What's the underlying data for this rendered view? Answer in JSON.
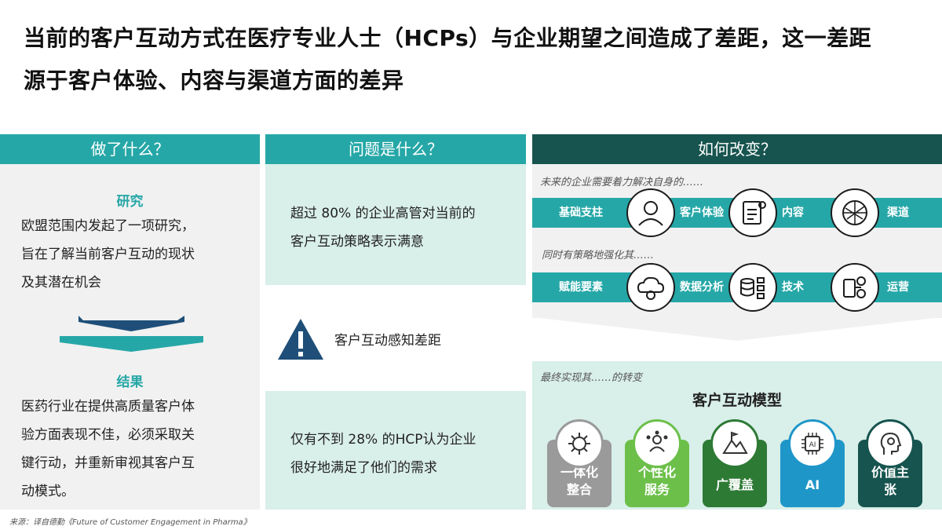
{
  "title_line1": "当前的客户互动方式在医疗专业人士（HCPs）与企业期望之间造成了差距，这一差距",
  "title_line2": "源于客户体验、内容与渠道方面的差异",
  "col1": {
    "header": "做了什么？",
    "research_label": "研究",
    "research_text": [
      "欧盟范围内发起了一项研究，",
      "旨在了解当前客户互动的现状",
      "及其潜在机会"
    ],
    "result_label": "结果",
    "result_text": [
      "医药行业在提供高质量客户体",
      "验方面表现不佳，必须采取关",
      "键行动，并重新审视其客户互",
      "动模式。"
    ]
  },
  "col2": {
    "header": "问题是什么？",
    "stat1": [
      "超过 80% 的企业高管对当前的",
      "客户互动策略表示满意"
    ],
    "gap_label": "客户互动感知差距",
    "stat2": [
      "仅有不到 28% 的HCP认为企业",
      "很好地满足了他们的需求"
    ]
  },
  "col3": {
    "header": "如何改变？",
    "note1": "未来的企业需要着力解决自身的……",
    "row1": [
      "基础支柱",
      "客户体验",
      "内容",
      "渠道"
    ],
    "note2": "同时有策略地强化其……",
    "row2": [
      "赋能要素",
      "数据分析",
      "技术",
      "运营"
    ],
    "note3": "最终实现其……的转变",
    "model_title": "客户互动模型",
    "pills": [
      {
        "label": "一体化整合",
        "line1": "一体化",
        "line2": "整合",
        "color": "#9a9a9a"
      },
      {
        "label": "个性化服务",
        "line1": "个性化",
        "line2": "服务",
        "color": "#6cc04a"
      },
      {
        "label": "广覆盖",
        "line1": "广覆盖",
        "line2": "",
        "color": "#2d7a35"
      },
      {
        "label": "AI",
        "line1": "AI",
        "line2": "",
        "color": "#1f96c8"
      },
      {
        "label": "价值主张",
        "line1": "价值主",
        "line2": "张",
        "color": "#17544f"
      }
    ]
  },
  "source": "来源：译自德勤《Future of Customer Engagement in Pharma》",
  "colors": {
    "teal": "#26a7a7",
    "dark_teal": "#17544f",
    "mint": "#d9efe9",
    "navy": "#1f4f78"
  }
}
